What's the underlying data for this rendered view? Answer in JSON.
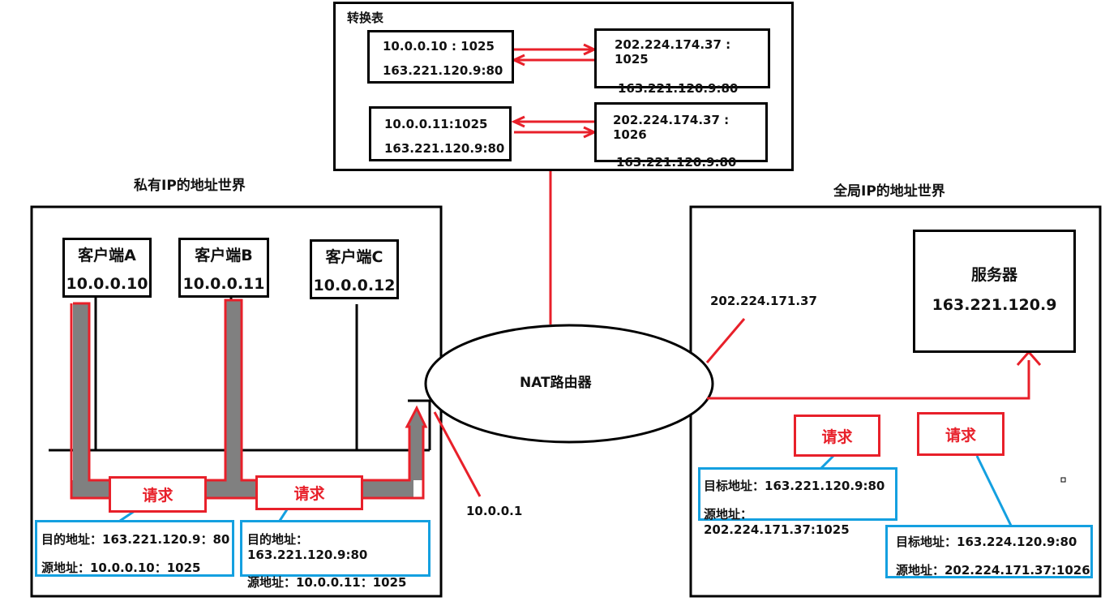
{
  "table": {
    "title": "转换表",
    "rows": [
      {
        "private_addr": "10.0.0.10 : 1025",
        "private_dest": "163.221.120.9:80",
        "public_addr": "202.224.174.37 : 1025",
        "public_dest": "163.221.120.9:80"
      },
      {
        "private_addr": "10.0.0.11:1025",
        "private_dest": "163.221.120.9:80",
        "public_addr": "202.224.174.37 : 1026",
        "public_dest": "163.221.120.9:80"
      }
    ]
  },
  "private_world": {
    "title": "私有IP的地址世界",
    "clients": [
      {
        "name": "客户端A",
        "ip": "10.0.0.10"
      },
      {
        "name": "客户端B",
        "ip": "10.0.0.11"
      },
      {
        "name": "客户端C",
        "ip": "10.0.0.12"
      }
    ],
    "requests": [
      "请求",
      "请求"
    ],
    "packets": [
      {
        "dest": "目的地址：163.221.120.9：80",
        "src": "源地址：10.0.0.10：1025"
      },
      {
        "dest": "目的地址：163.221.120.9:80",
        "src": "源地址：10.0.0.11：1025"
      }
    ],
    "router_inner_ip": "10.0.0.1"
  },
  "router": {
    "label": "NAT路由器"
  },
  "global_world": {
    "title": "全局IP的地址世界",
    "router_outer_ip": "202.224.171.37",
    "server": {
      "name": "服务器",
      "ip": "163.221.120.9"
    },
    "requests": [
      "请求",
      "请求"
    ],
    "packets": [
      {
        "dest": "目标地址：163.221.120.9:80",
        "src": "源地址：202.224.171.37:1025"
      },
      {
        "dest": "目标地址：163.224.120.9:80",
        "src": "源地址：202.224.171.37:1026"
      }
    ]
  },
  "colors": {
    "line": "#000000",
    "request": "#e8202a",
    "packet": "#14a0e0",
    "path_fill": "#808080"
  }
}
